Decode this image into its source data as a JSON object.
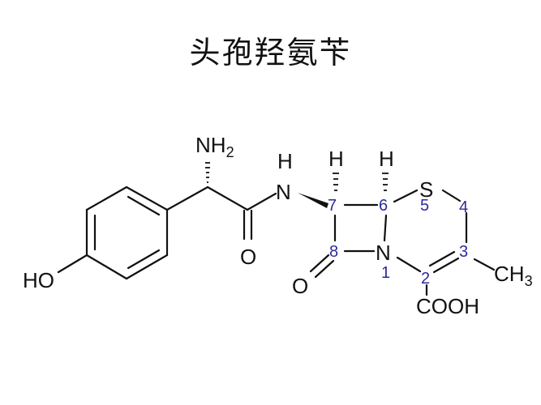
{
  "title": "头孢羟氨苄",
  "atoms": {
    "nh2": "NH",
    "nh2_sub": "2",
    "amide_h": "H",
    "amide_n": "N",
    "h7": "H",
    "h6": "H",
    "sulfur": "S",
    "ring_n": "N",
    "oxo_amide": "O",
    "oxo_lactam": "O",
    "hydroxyl": "HO",
    "methyl": "CH",
    "methyl_sub": "3",
    "carboxyl": "COOH"
  },
  "ring_numbers": {
    "n1": "1",
    "n2": "2",
    "n3": "3",
    "n4": "4",
    "n5": "5",
    "n6": "6",
    "n7": "7",
    "n8": "8"
  },
  "colors": {
    "bond": "#111111",
    "ring_number": "#2b2b9c"
  }
}
